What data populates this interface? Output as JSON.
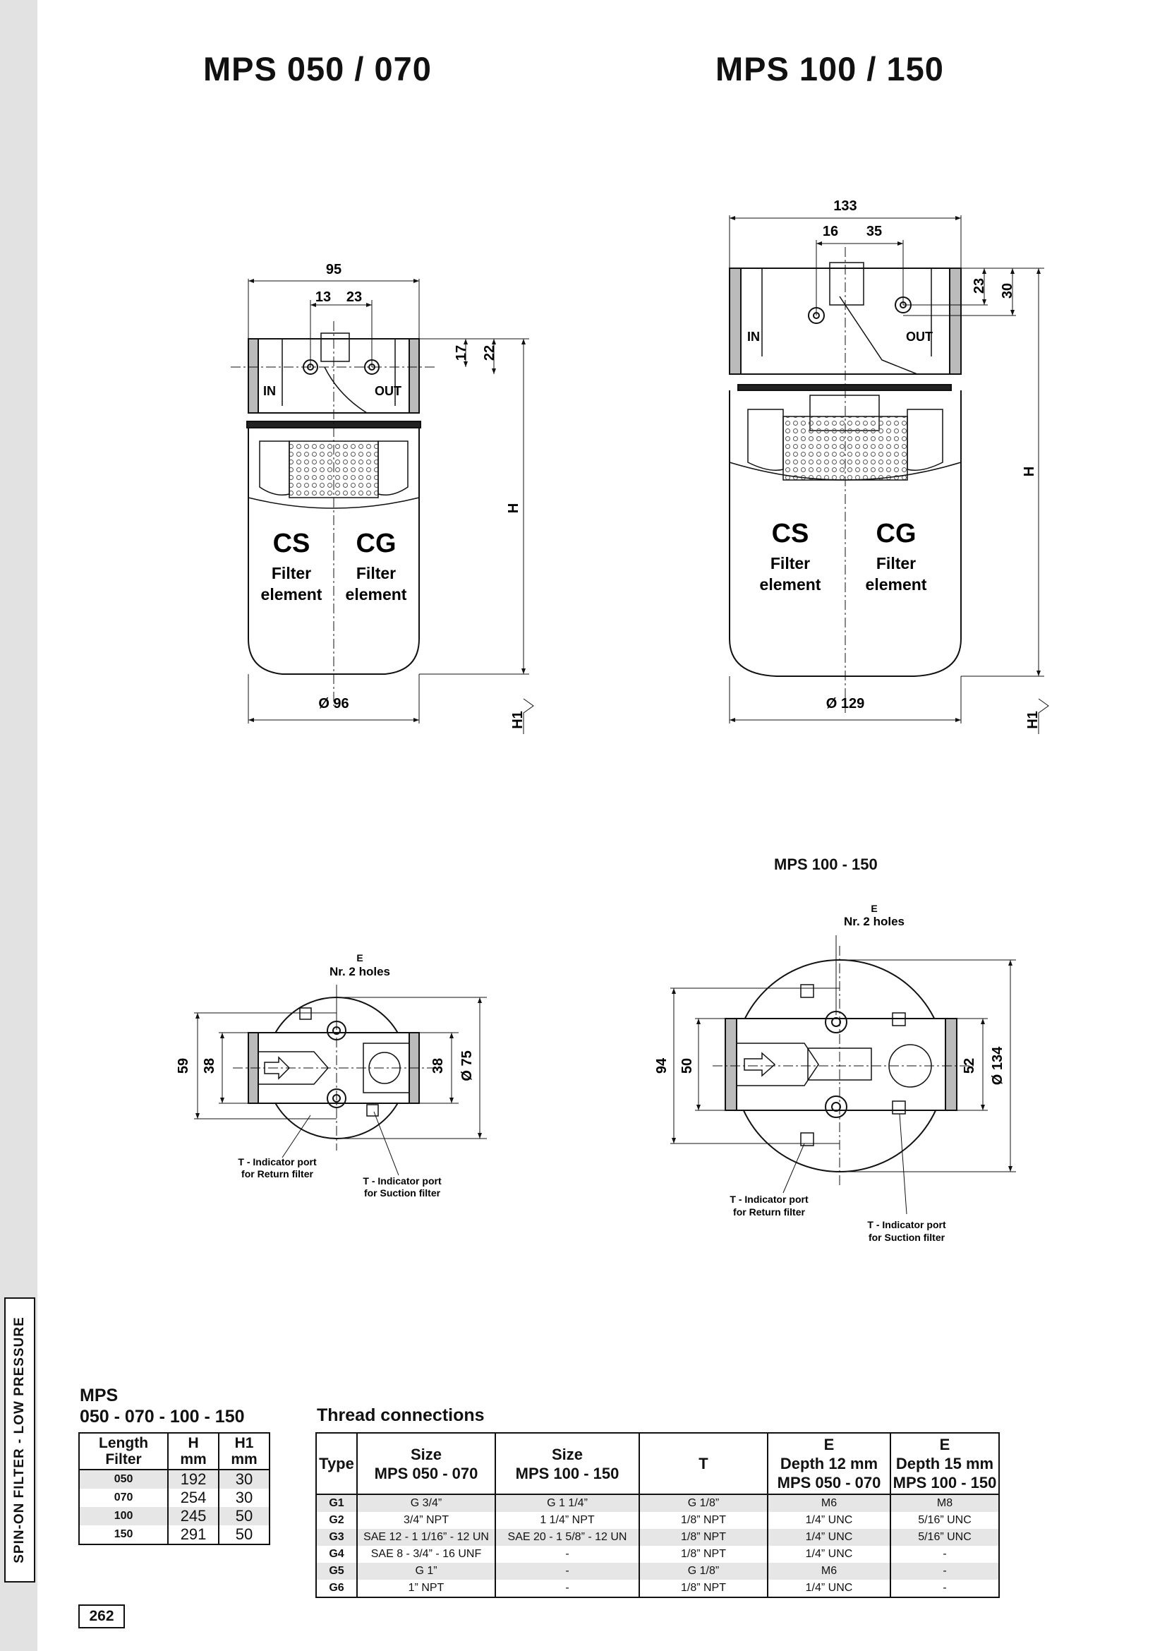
{
  "sidebar": {
    "label": "SPIN-ON FILTER - LOW PRESSURE"
  },
  "titles": {
    "left": "MPS 050 / 070",
    "right": "MPS 100 / 150"
  },
  "left_drawing": {
    "dims": {
      "overall": "95",
      "d1": "13",
      "d2": "23",
      "v1": "17",
      "v2": "22",
      "h": "H",
      "h1": "H1",
      "dia": "Ø 96"
    },
    "ports": {
      "in": "IN",
      "out": "OUT"
    },
    "elements": {
      "cs": "CS",
      "cg": "CG",
      "filter": "Filter",
      "element": "element"
    }
  },
  "right_drawing": {
    "dims": {
      "overall": "133",
      "d1": "16",
      "d2": "35",
      "v1": "23",
      "v2": "30",
      "h": "H",
      "h1": "H1",
      "dia": "Ø 129"
    },
    "ports": {
      "in": "IN",
      "out": "OUT"
    },
    "elements": {
      "cs": "CS",
      "cg": "CG",
      "filter": "Filter",
      "element": "element"
    }
  },
  "bottom_left": {
    "holes_e": "E",
    "holes_nr": "Nr. 2 holes",
    "dims": {
      "d59": "59",
      "d38a": "38",
      "d38b": "38",
      "dia": "Ø 75"
    },
    "t_return_1": "T - Indicator port",
    "t_return_2": "for Return filter",
    "t_suction_1": "T - Indicator port",
    "t_suction_2": "for Suction filter"
  },
  "bottom_right": {
    "subtitle": "MPS 100 - 150",
    "holes_e": "E",
    "holes_nr": "Nr. 2 holes",
    "dims": {
      "d94": "94",
      "d50": "50",
      "d52": "52",
      "dia": "Ø 134"
    },
    "t_return_1": "T - Indicator port",
    "t_return_2": "for Return filter",
    "t_suction_1": "T - Indicator port",
    "t_suction_2": "for Suction filter"
  },
  "length_table": {
    "title1": "MPS",
    "title2": "050 - 070 - 100 - 150",
    "headers": {
      "c1a": "Length",
      "c1b": "Filter",
      "c2a": "H",
      "c2b": "mm",
      "c3a": "H1",
      "c3b": "mm"
    },
    "rows": [
      {
        "type": "050",
        "h": "192",
        "h1": "30"
      },
      {
        "type": "070",
        "h": "254",
        "h1": "30"
      },
      {
        "type": "100",
        "h": "245",
        "h1": "50"
      },
      {
        "type": "150",
        "h": "291",
        "h1": "50"
      }
    ]
  },
  "thread_table": {
    "title": "Thread connections",
    "headers": {
      "type": "Type",
      "size_a1": "Size",
      "size_a2": "MPS 050 - 070",
      "size_b1": "Size",
      "size_b2": "MPS 100 - 150",
      "t": "T",
      "e_a1": "E",
      "e_a2": "Depth 12 mm",
      "e_a3": "MPS 050 - 070",
      "e_b1": "E",
      "e_b2": "Depth 15 mm",
      "e_b3": "MPS 100 - 150"
    },
    "rows": [
      {
        "type": "G1",
        "a": "G 3/4”",
        "b": "G 1 1/4”",
        "t": "G 1/8”",
        "ea": "M6",
        "eb": "M8"
      },
      {
        "type": "G2",
        "a": "3/4” NPT",
        "b": "1 1/4” NPT",
        "t": "1/8” NPT",
        "ea": "1/4” UNC",
        "eb": "5/16” UNC"
      },
      {
        "type": "G3",
        "a": "SAE 12 - 1 1/16” - 12 UN",
        "b": "SAE 20 - 1 5/8” - 12 UN",
        "t": "1/8” NPT",
        "ea": "1/4” UNC",
        "eb": "5/16” UNC"
      },
      {
        "type": "G4",
        "a": "SAE 8 - 3/4” - 16 UNF",
        "b": "-",
        "t": "1/8” NPT",
        "ea": "1/4” UNC",
        "eb": "-"
      },
      {
        "type": "G5",
        "a": "G 1”",
        "b": "-",
        "t": "G 1/8”",
        "ea": "M6",
        "eb": "-"
      },
      {
        "type": "G6",
        "a": "1” NPT",
        "b": "-",
        "t": "1/8” NPT",
        "ea": "1/4” UNC",
        "eb": "-"
      }
    ]
  },
  "page_number": "262"
}
